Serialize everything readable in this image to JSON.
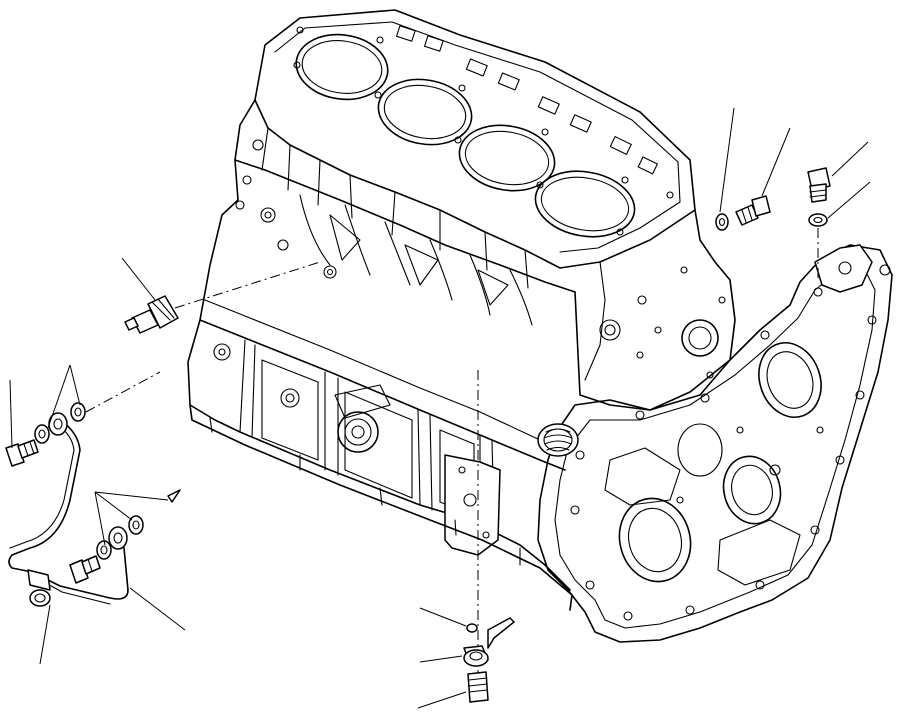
{
  "diagram": {
    "parts": [
      {
        "id": "cylinder-block"
      },
      {
        "id": "gear-case"
      },
      {
        "id": "oil-pressure-switch"
      },
      {
        "id": "oil-jet-tube"
      },
      {
        "id": "plug-bolt-right"
      },
      {
        "id": "bolt-top-right"
      },
      {
        "id": "washer-top-right"
      },
      {
        "id": "drain-cock-assembly"
      }
    ],
    "ink_color": "#000000",
    "paper_color": "#ffffff"
  }
}
